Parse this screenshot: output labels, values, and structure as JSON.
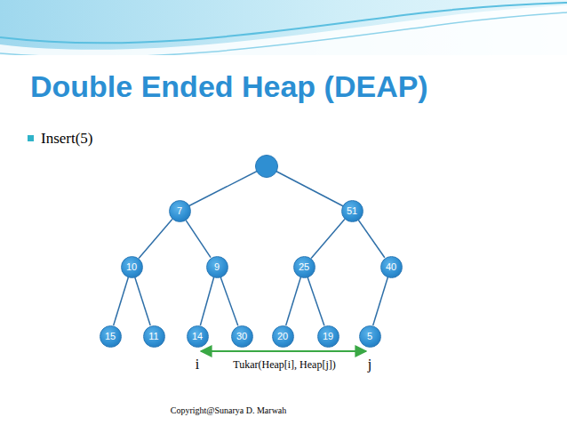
{
  "diagram": {
    "title": "Double Ended Heap (DEAP)",
    "nodes": [
      {
        "text": [
          "7"
        ]
      },
      {
        "text": [
          "51"
        ]
      },
      {
        "text": [
          "10"
        ]
      },
      {
        "text": [
          "9"
        ]
      },
      {
        "text": [
          "25"
        ]
      },
      {
        "text": [
          "40"
        ]
      },
      {
        "text": [
          "15"
        ]
      },
      {
        "text": [
          "11"
        ]
      },
      {
        "text": [
          "14"
        ]
      },
      {
        "text": [
          "30"
        ]
      },
      {
        "text": [
          "20"
        ]
      },
      {
        "text": [
          "19"
        ]
      },
      {
        "text": [
          "5"
        ]
      }
    ],
    "edges": [
      {
        "from": 0,
        "to": 2,
        "arrow": "none"
      },
      {
        "from": 0,
        "to": 3,
        "arrow": "none"
      },
      {
        "from": 1,
        "to": 4,
        "arrow": "none"
      },
      {
        "from": 1,
        "to": 5,
        "arrow": "none"
      },
      {
        "from": 2,
        "to": 6,
        "arrow": "none"
      },
      {
        "from": 2,
        "to": 7,
        "arrow": "none"
      },
      {
        "from": 3,
        "to": 8,
        "arrow": "none"
      },
      {
        "from": 3,
        "to": 9,
        "arrow": "none"
      },
      {
        "from": 4,
        "to": 10,
        "arrow": "none"
      },
      {
        "from": 4,
        "to": 11,
        "arrow": "none"
      },
      {
        "from": 5,
        "to": 12,
        "arrow": "none"
      }
    ],
    "labels": [
      "Insert(5)",
      "i",
      "Tukar(Heap[i], Heap[j])",
      "j",
      "Copyright@Sunarya D. Marwah"
    ]
  }
}
